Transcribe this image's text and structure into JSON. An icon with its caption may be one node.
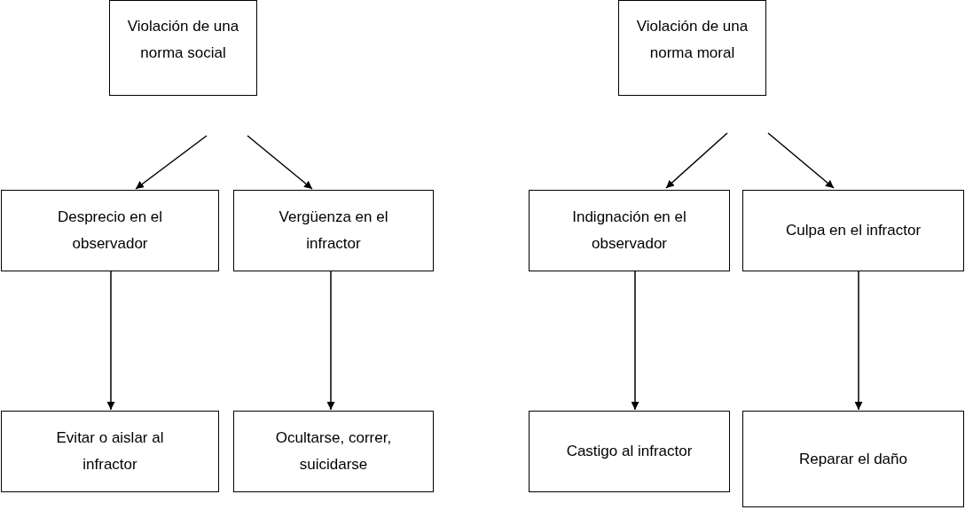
{
  "diagram": {
    "nodes": [
      {
        "text": [
          "Violación de una norma social"
        ]
      },
      {
        "text": [
          "Violación de una norma moral"
        ]
      },
      {
        "text": [
          "Desprecio en el observador"
        ]
      },
      {
        "text": [
          "Vergüenza en el infractor"
        ]
      },
      {
        "text": [
          "Indignación en el observador"
        ]
      },
      {
        "text": [
          "Culpa en el infractor"
        ]
      },
      {
        "text": [
          "Evitar o aislar al infractor"
        ]
      },
      {
        "text": [
          "Ocultarse, correr, suicidarse"
        ]
      },
      {
        "text": [
          "Castigo al infractor"
        ]
      },
      {
        "text": [
          "Reparar el daño"
        ]
      }
    ],
    "edges": [
      {
        "from": 0,
        "to": 2,
        "arrow": "to"
      },
      {
        "from": 0,
        "to": 3,
        "arrow": "to"
      },
      {
        "from": 1,
        "to": 4,
        "arrow": "to"
      },
      {
        "from": 1,
        "to": 5,
        "arrow": "to"
      },
      {
        "from": 2,
        "to": 6,
        "arrow": "to"
      },
      {
        "from": 3,
        "to": 7,
        "arrow": "to"
      },
      {
        "from": 4,
        "to": 8,
        "arrow": "to"
      },
      {
        "from": 5,
        "to": 9,
        "arrow": "to"
      }
    ]
  }
}
